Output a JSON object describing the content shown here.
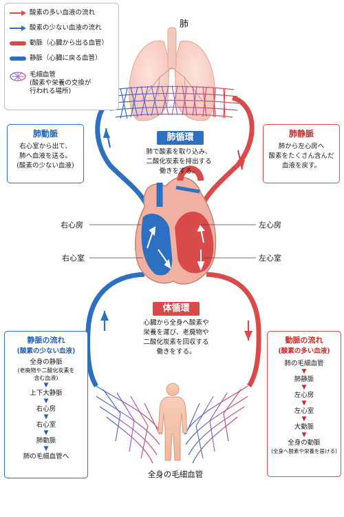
{
  "legend": {
    "oxygen_rich_flow": "酸素の多い血液の流れ",
    "oxygen_poor_flow": "酸素の少ない血液の流れ",
    "artery": "動脈（心臓から出る血管）",
    "vein": "静脈（心臓に戻る血管）",
    "capillary_title": "毛細血管",
    "capillary_line2": "(酸素や栄養の交換が",
    "capillary_line3": "行われる場所)"
  },
  "lungs_label": "肺",
  "pulmonary_artery": {
    "title": "肺動脈",
    "line1": "右心室から出て、",
    "line2": "肺へ血液を送る。",
    "line3": "(酸素の少ない血液)"
  },
  "pulmonary_vein": {
    "title": "肺静脈",
    "line1": "肺から左心房へ",
    "line2": "酸素をたくさん含んだ",
    "line3": "血液を戻す。"
  },
  "pulmonary_circulation": {
    "title": "肺循環",
    "line1": "肺で酸素を取り込み、",
    "line2": "二酸化炭素を排出する",
    "line3": "働きをする。"
  },
  "heart_labels": {
    "right_atrium": "右心房",
    "left_atrium": "左心房",
    "right_ventricle": "右心室",
    "left_ventricle": "左心室"
  },
  "systemic_circulation": {
    "title": "体循環",
    "line1": "心臓から全身へ酸素や",
    "line2": "栄養を運び、老廃物や",
    "line3": "二酸化炭素を回収する",
    "line4": "働きをする。"
  },
  "venous_flow": {
    "title": "静脈の流れ",
    "subtitle": "(酸素の少ない血液)",
    "step1": "全身の静脈",
    "step1_note1": "(老廃物や二酸化炭素を",
    "step1_note2": "含む血液)",
    "step2": "上下大静脈",
    "step3": "右心房",
    "step4": "右心室",
    "step5": "肺動脈",
    "step6": "肺の毛細血管へ"
  },
  "arterial_flow": {
    "title": "動脈の流れ",
    "subtitle": "(酸素の多い血液)",
    "step1": "肺の毛細血管",
    "step2": "肺静脈",
    "step3": "左心房",
    "step4": "左心室",
    "step5": "大動脈",
    "step6": "全身の動脈",
    "step6_note": "(全身へ酸素や栄養を届ける)"
  },
  "body_capillaries_label": "全身の毛細血管",
  "colors": {
    "blue": "#2d6fc1",
    "red": "#d94a4a",
    "purple": "#9b59b6"
  }
}
